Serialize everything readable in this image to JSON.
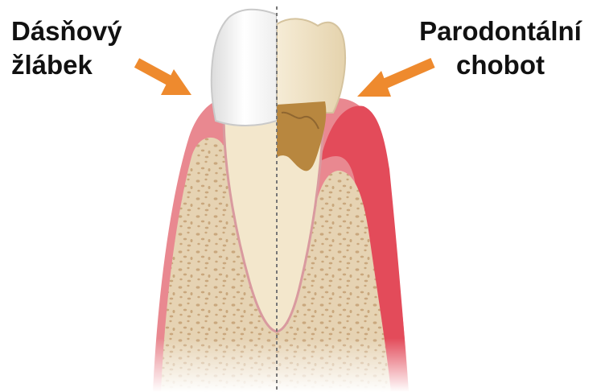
{
  "labels": {
    "left": {
      "line1": "Dásňový",
      "line2": "žlábek"
    },
    "right": {
      "line1": "Parodontální",
      "line2": "chobot"
    }
  },
  "colors": {
    "arrow": "#ee8a2e",
    "gum": "#e98890",
    "gum_inflamed": "#e34b5a",
    "bone": "#e6d3b3",
    "bone_dots": "#c9a77d",
    "enamel": "#f6f6f6",
    "enamel_right": "#f4ead2",
    "dentin": "#f3e7cc",
    "tartar": "#b8873f",
    "divider": "#777777"
  },
  "icons": {
    "left_arrow": "arrow-pointing-down-right-icon",
    "right_arrow": "arrow-pointing-down-left-icon"
  }
}
